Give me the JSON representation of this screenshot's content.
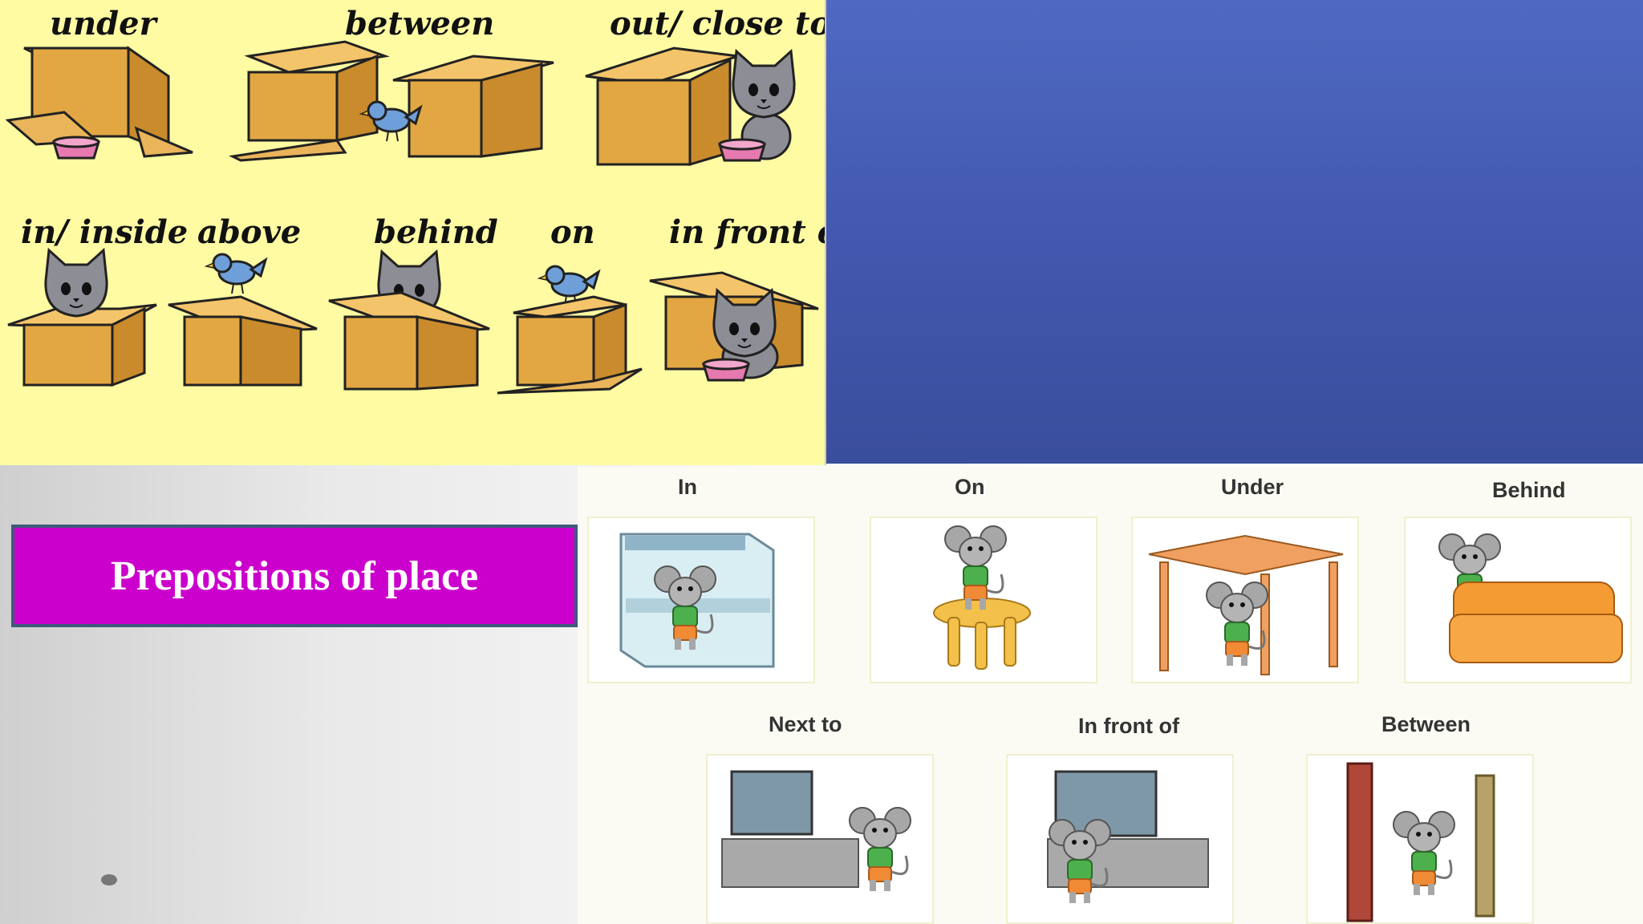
{
  "title": "Prepositions of place",
  "top_labels": [
    "under",
    "between",
    "out/ close to",
    "in/ inside",
    "above",
    "behind",
    "on",
    "in front of"
  ],
  "bottom_labels": [
    "In",
    "On",
    "Under",
    "Behind",
    "Next to",
    "In front of",
    "Between"
  ],
  "colors": {
    "yellow_panel": "#fffba3",
    "blue_panel": "#4257ad",
    "title_banner": "#cc00cc",
    "box": "#e2a742",
    "cat": "#8d8d95",
    "bird": "#6f9fd8"
  }
}
